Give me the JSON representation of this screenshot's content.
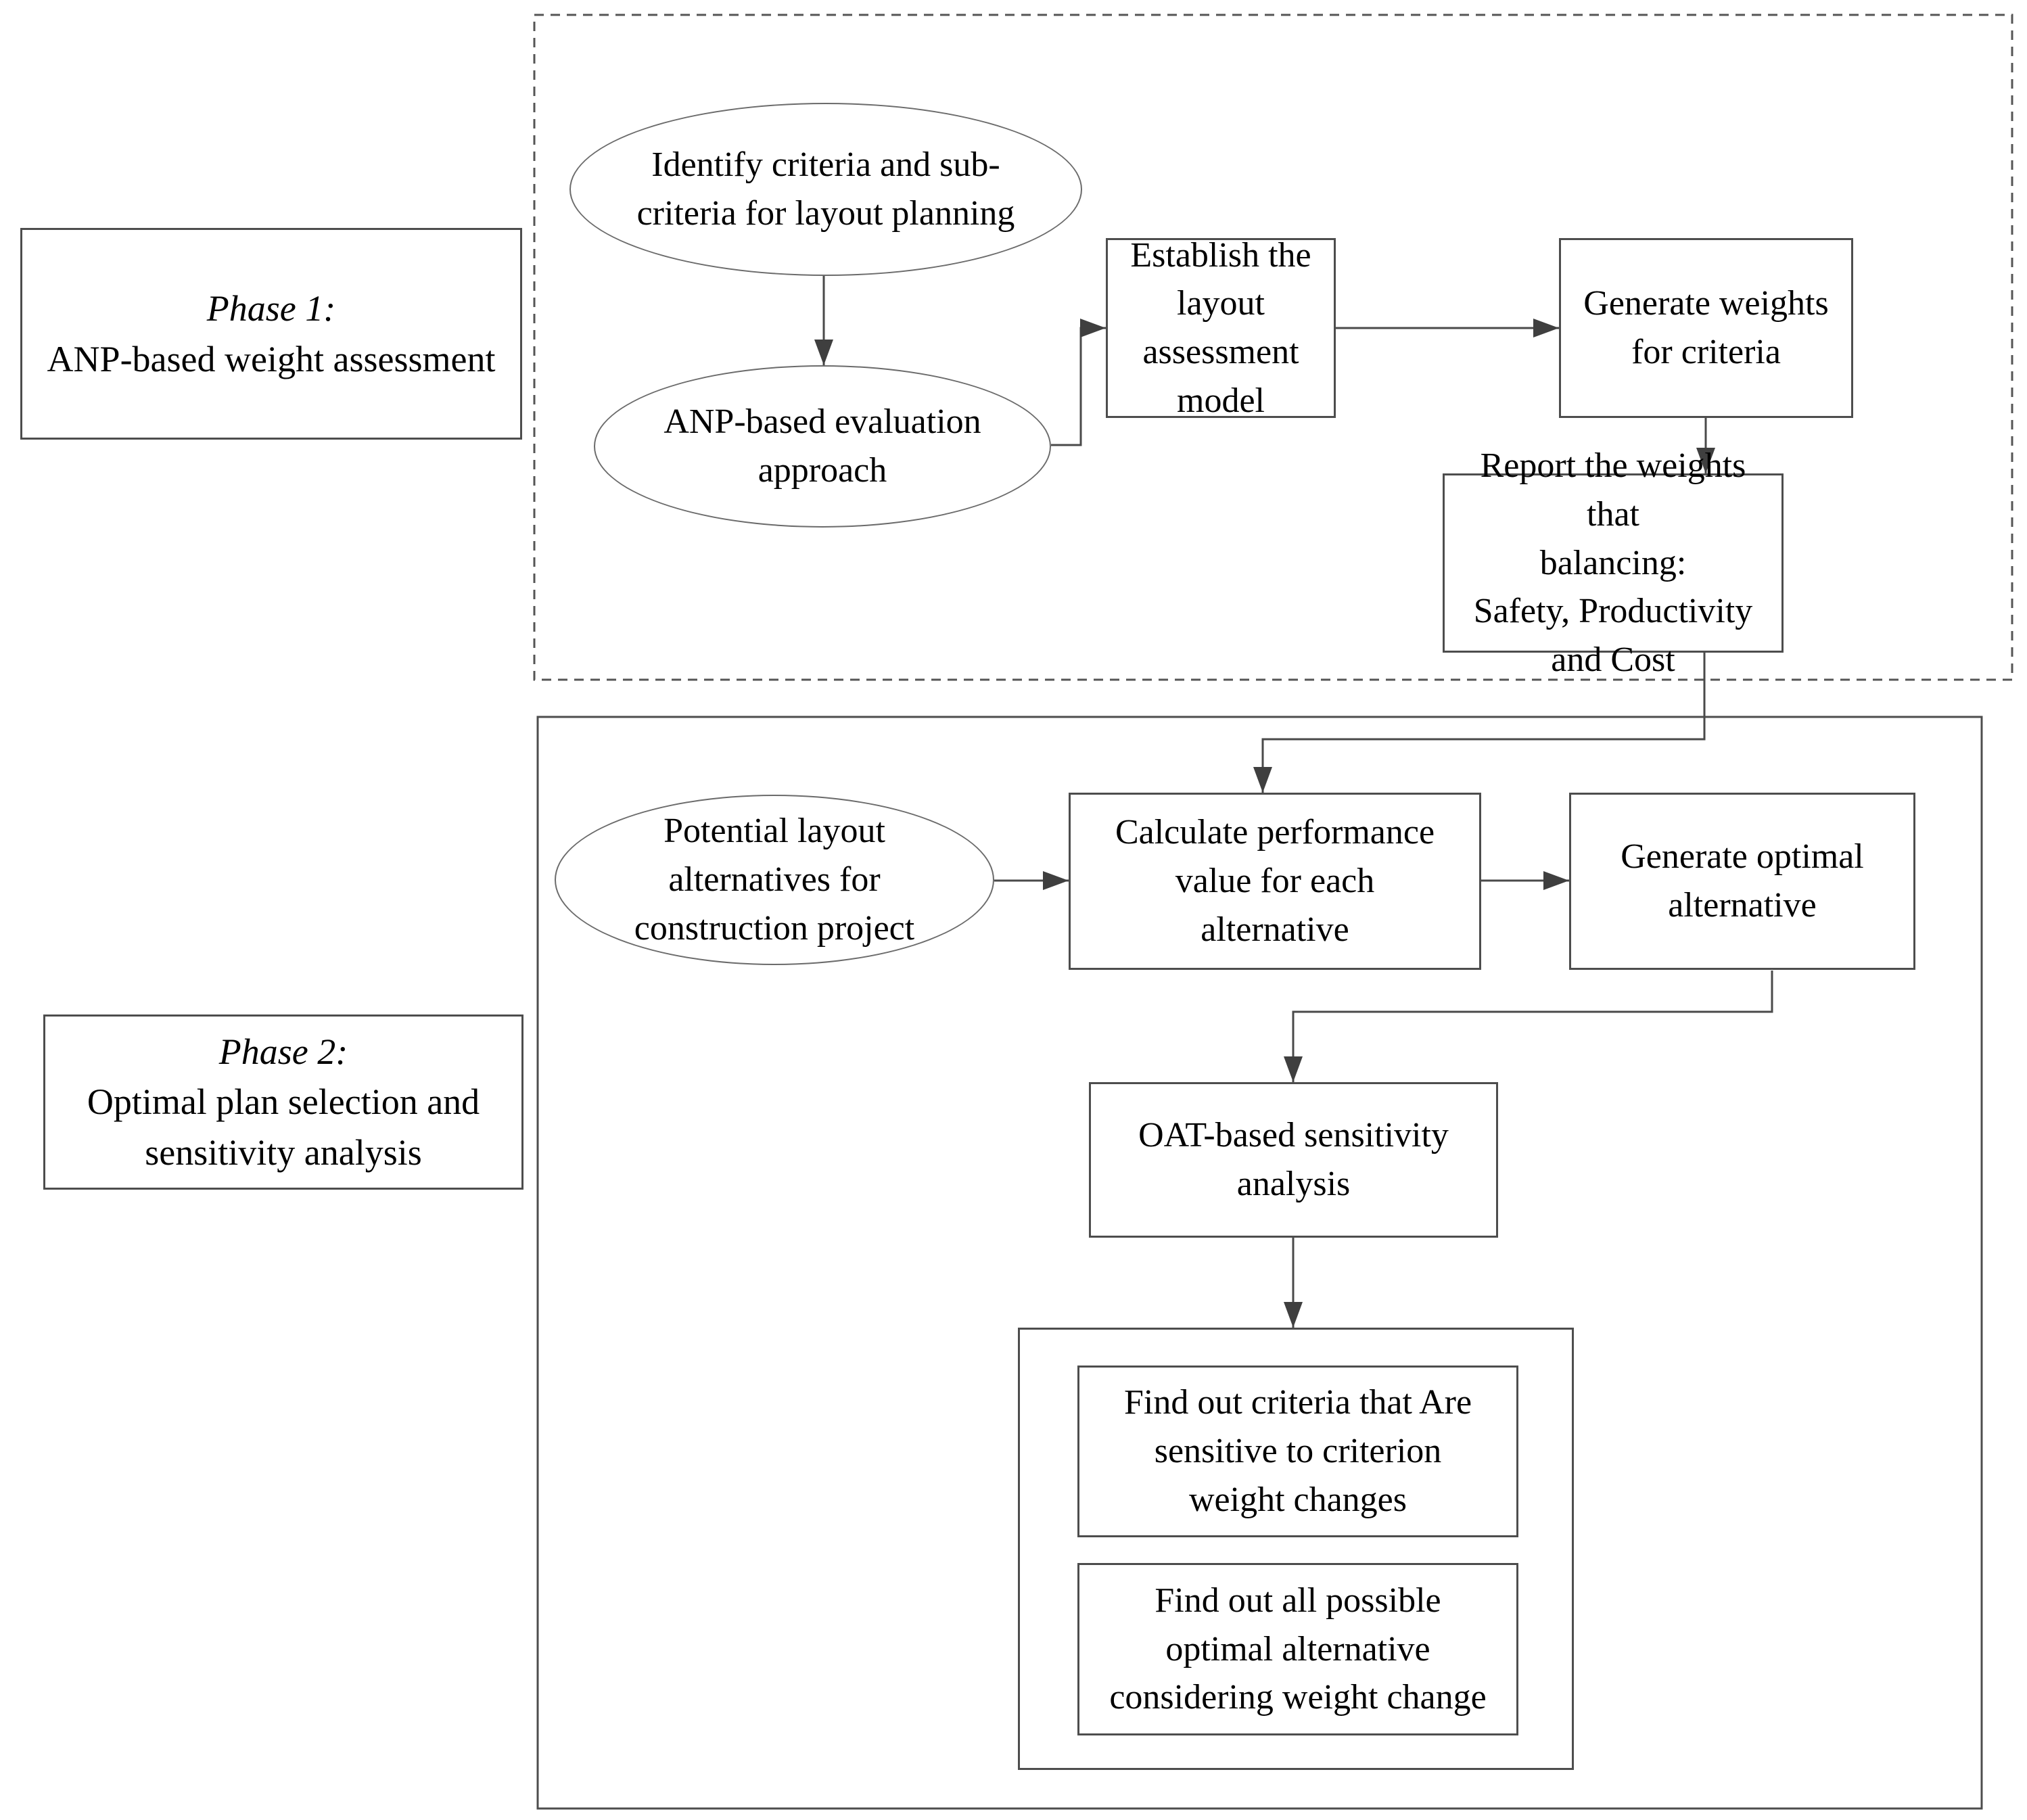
{
  "diagram_title": "Two-phase layout planning flowchart",
  "colors": {
    "background": "#ffffff",
    "line": "#4a4a4a",
    "arrowhead": "#3f3f3f",
    "box_border": "#4d4d4d",
    "ellipse_border": "#6b6b6b",
    "text": "#000000"
  },
  "phase1": {
    "label": {
      "title": "Phase 1:",
      "subtitle": "ANP-based weight assessment"
    },
    "nodes": {
      "identify": "Identify criteria and sub-\ncriteria for layout planning",
      "anp_approach": "ANP-based evaluation\napproach",
      "establish": "Establish the layout\nassessment model",
      "generate_weights": "Generate weights\nfor criteria",
      "report": "Report the weights that\nbalancing:\nSafety, Productivity and Cost"
    }
  },
  "phase2": {
    "label": {
      "title": "Phase 2:",
      "subtitle": "Optimal plan selection and\nsensitivity analysis"
    },
    "nodes": {
      "potential": "Potential layout\nalternatives for\nconstruction project",
      "calculate": "Calculate performance\nvalue for each\nalternative",
      "generate_optimal": "Generate optimal\nalternative",
      "oat": "OAT-based sensitivity\nanalysis",
      "find_sensitive": "Find out criteria that Are\nsensitive to criterion\nweight changes",
      "find_all": "Find out all possible\noptimal alternative\nconsidering weight change"
    }
  }
}
